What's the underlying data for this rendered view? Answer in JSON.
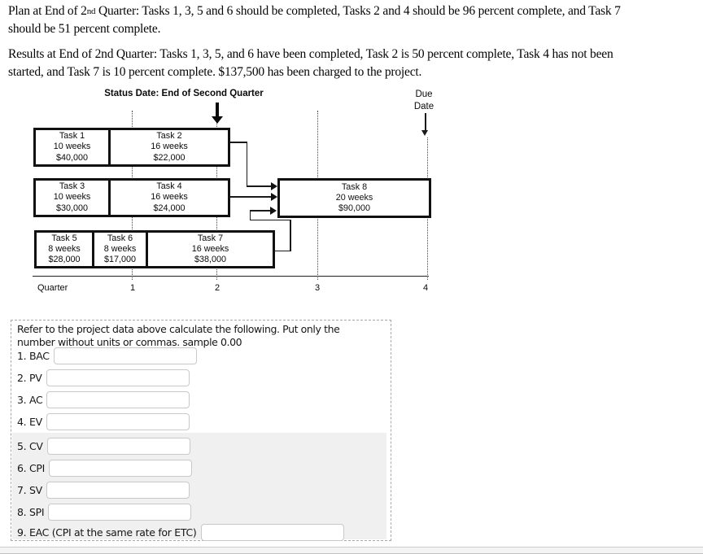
{
  "header": {
    "para1": {
      "pre": "Plan at End of 2",
      "ordinal": "nd",
      "post": " Quarter: Tasks 1, 3, 5 and 6 should be completed, Tasks 2 and 4 should be 96 percent complete, and Task 7",
      "line2": "should be 51 percent complete."
    },
    "para2": {
      "line1": "Results at End of 2nd Quarter: Tasks 1, 3, 5, and 6 have been completed, Task 2 is 50 percent complete, Task 4 has not been",
      "line2": "started, and Task 7 is 10 percent complete. $137,500 has been charged to the project."
    }
  },
  "diagram": {
    "status_date_label": "Status Date: End of Second Quarter",
    "due_date_label_line1": "Due",
    "due_date_label_line2": "Date",
    "axis_label": "Quarter",
    "quarter_ticks": [
      "1",
      "2",
      "3",
      "4"
    ],
    "tasks": [
      {
        "name": "Task 1",
        "duration": "10 weeks",
        "cost": "$40,000"
      },
      {
        "name": "Task 2",
        "duration": "16 weeks",
        "cost": "$22,000"
      },
      {
        "name": "Task 3",
        "duration": "10 weeks",
        "cost": "$30,000"
      },
      {
        "name": "Task 4",
        "duration": "16 weeks",
        "cost": "$24,000"
      },
      {
        "name": "Task 5",
        "duration": "8 weeks",
        "cost": "$28,000"
      },
      {
        "name": "Task 6",
        "duration": "8 weeks",
        "cost": "$17,000"
      },
      {
        "name": "Task 7",
        "duration": "16 weeks",
        "cost": "$38,000"
      },
      {
        "name": "Task 8",
        "duration": "20 weeks",
        "cost": "$90,000"
      }
    ]
  },
  "form": {
    "intro_line1": "Refer to the project data above calculate the following. Put only the",
    "intro_line2": "number without units or commas. sample 0.00",
    "fields": [
      {
        "label": "1. BAC",
        "value": ""
      },
      {
        "label": "2. PV",
        "value": ""
      },
      {
        "label": "3. AC",
        "value": ""
      },
      {
        "label": "4. EV",
        "value": ""
      },
      {
        "label": "5. CV",
        "value": ""
      },
      {
        "label": "6. CPI",
        "value": ""
      },
      {
        "label": "7. SV",
        "value": ""
      },
      {
        "label": "8. SPI",
        "value": ""
      },
      {
        "label": "9. EAC (CPI at the same rate for ETC)",
        "value": ""
      }
    ]
  },
  "colors": {
    "highlight_band": "#f0f0f0",
    "diagram_line": "#1a1a1a"
  }
}
